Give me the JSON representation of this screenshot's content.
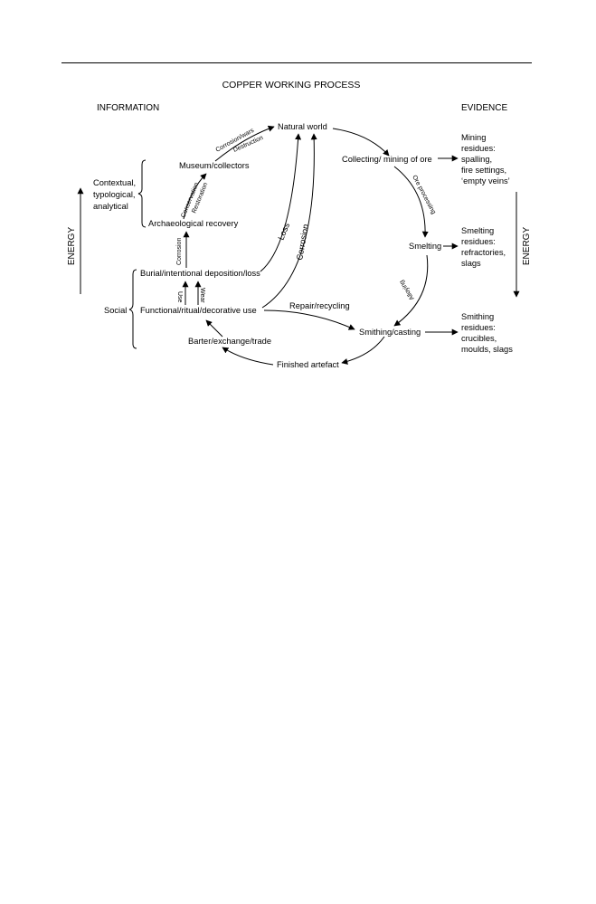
{
  "title": "COPPER WORKING PROCESS",
  "headers": {
    "information": "INFORMATION",
    "evidence": "EVIDENCE"
  },
  "energy": {
    "left": "ENERGY",
    "right": "ENERGY"
  },
  "nodes": {
    "natural_world": "Natural world",
    "collecting": "Collecting/ mining of ore",
    "smelting": "Smelting",
    "smithing": "Smithing/casting",
    "finished_artefact": "Finished artefact",
    "barter": "Barter/exchange/trade",
    "functional_use": "Functional/ritual/decorative use",
    "burial": "Burial/intentional deposition/loss",
    "archaeological_recovery": "Archaeological recovery",
    "museum": "Museum/collectors"
  },
  "edge_labels": {
    "corrosion_wars": "Corrosion/wars",
    "destruction": "Destruction",
    "conservation": "Conservation",
    "restoration": "Restoration",
    "corrosion_small": "Corrosion",
    "use": "Use",
    "wear": "Wear",
    "loss": "Loss",
    "corrosion_large": "Corrosion",
    "repair_recycling": "Repair/recycling",
    "ore_processing": "Ore processing",
    "alloying": "Alloying"
  },
  "information_groups": {
    "contextual": [
      "Contextual,",
      "typological,",
      "analytical"
    ],
    "social": "Social"
  },
  "evidence": {
    "mining": [
      "Mining",
      "residues:",
      "spalling,",
      "fire settings,",
      "‘empty veins’"
    ],
    "smelting": [
      "Smelting",
      "residues:",
      "refractories,",
      "slags"
    ],
    "smithing": [
      "Smithing",
      "residues:",
      "crucibles,",
      "moulds, slags"
    ]
  }
}
